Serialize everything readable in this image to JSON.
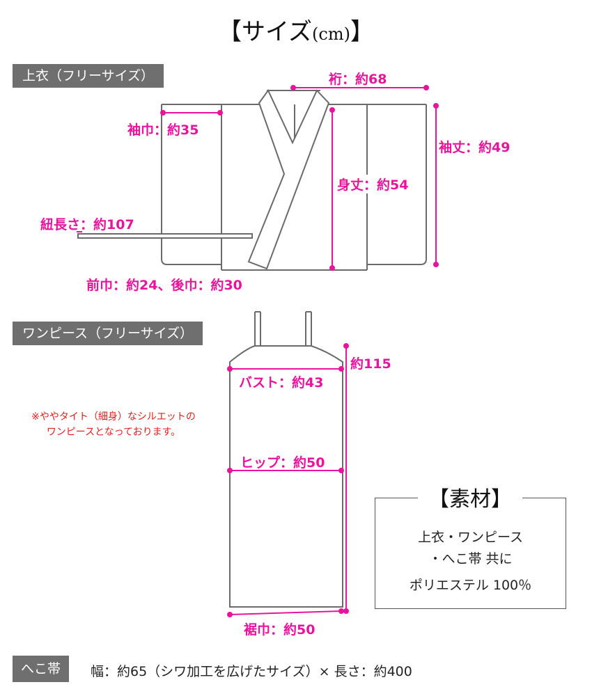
{
  "title": {
    "main": "【サイズ",
    "unit": "(cm)",
    "close": "】"
  },
  "jacket": {
    "tag": "上衣（フリーサイズ）",
    "yuki": "裄：約68",
    "sodehaba": "袖巾：約35",
    "sodetake": "袖丈：約49",
    "mitake": "身丈：約54",
    "himo": "紐長さ：約107",
    "mihaba": "前巾：約24、後巾：約30"
  },
  "dress": {
    "tag": "ワンピース（フリーサイズ）",
    "length": "約115",
    "bust": "バスト：約43",
    "hip": "ヒップ：約50",
    "hem": "裾巾：約50",
    "note_line1": "※ややタイト（細身）なシルエットの",
    "note_line2": "ワンピースとなっております。"
  },
  "material": {
    "title": "【素材】",
    "line1": "上衣・ワンピース",
    "line2": "・へこ帯 共に",
    "line3": "ポリエステル 100％"
  },
  "obi": {
    "tag": "へこ帯",
    "text": "幅：約65（シワ加工を広げたサイズ）× 長さ：約400"
  },
  "colors": {
    "accent": "#e8149b",
    "note": "#e02020",
    "tag_bg": "#6f6f6f",
    "outline": "#6a6a6a"
  }
}
